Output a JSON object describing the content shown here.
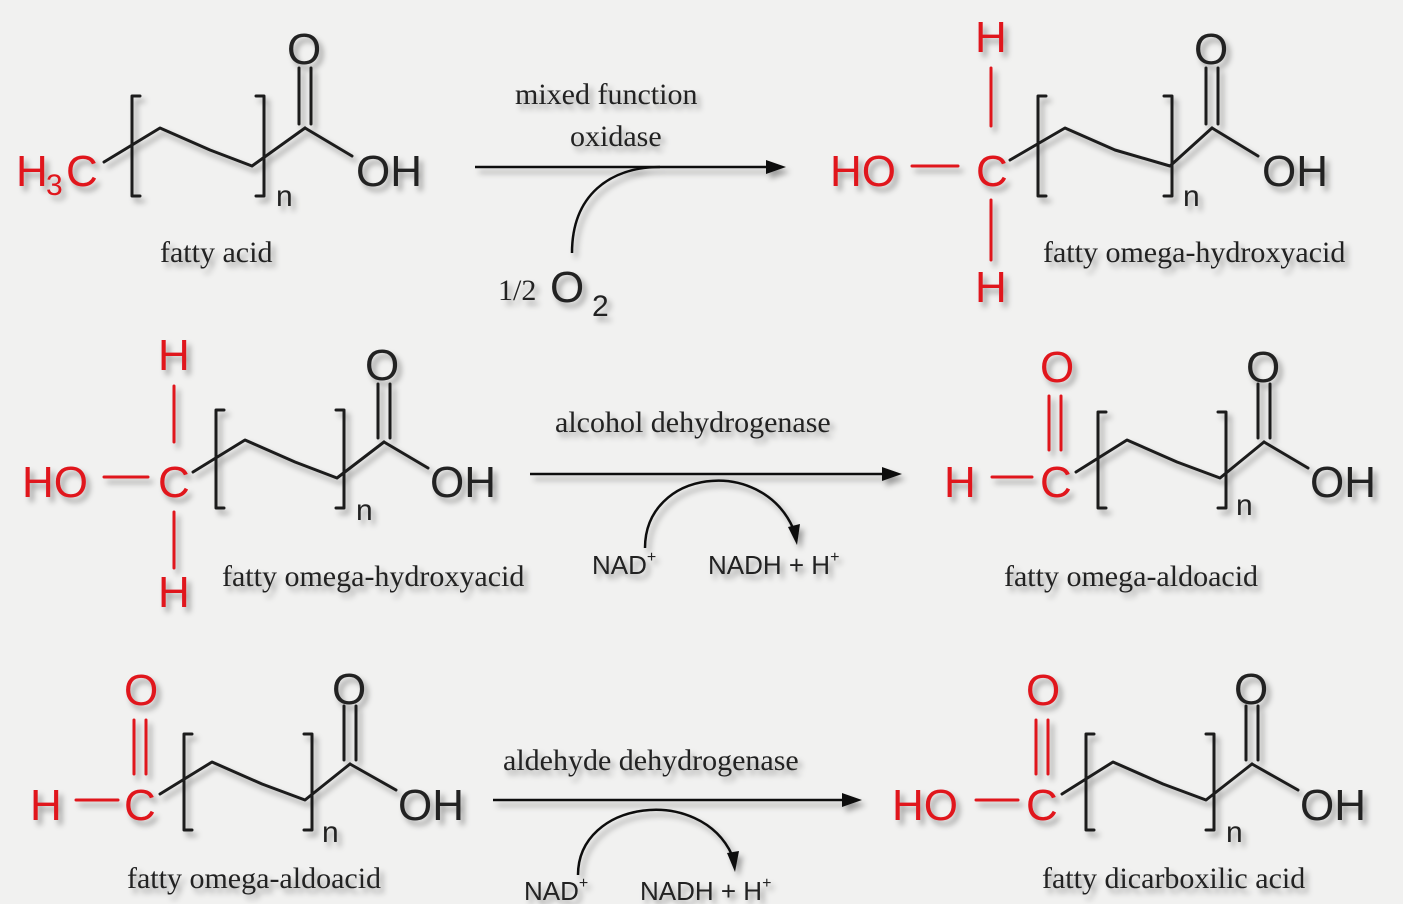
{
  "atoms": {
    "o": "O",
    "oh": "OH",
    "h": "H",
    "c": "C",
    "ho": "HO",
    "h3c_main": "H",
    "h3c_sub": "3",
    "h3c_c": "C",
    "n": "n"
  },
  "reaction1": {
    "substrate_label": "fatty acid",
    "enzyme_line1": "mixed function",
    "enzyme_line2": "oxidase",
    "cofactor_coeff": "1/2",
    "cofactor_o": "O",
    "cofactor_sub": "2",
    "product_label": "fatty omega-hydroxyacid"
  },
  "reaction2": {
    "substrate_label": "fatty omega-hydroxyacid",
    "enzyme": "alcohol dehydrogenase",
    "cofactor_in": "NAD",
    "cofactor_in_sup": "+",
    "cofactor_out": "NADH + H",
    "cofactor_out_sup": "+",
    "product_label": "fatty omega-aldoacid"
  },
  "reaction3": {
    "substrate_label": "fatty omega-aldoacid",
    "enzyme": "aldehyde dehydrogenase",
    "cofactor_in": "NAD",
    "cofactor_in_sup": "+",
    "cofactor_out": "NADH + H",
    "cofactor_out_sup": "+",
    "product_label": "fatty dicarboxilic acid"
  },
  "colors": {
    "background": "#f1f1f0",
    "highlight": "#e0141e",
    "ink": "#1e1e1e"
  }
}
